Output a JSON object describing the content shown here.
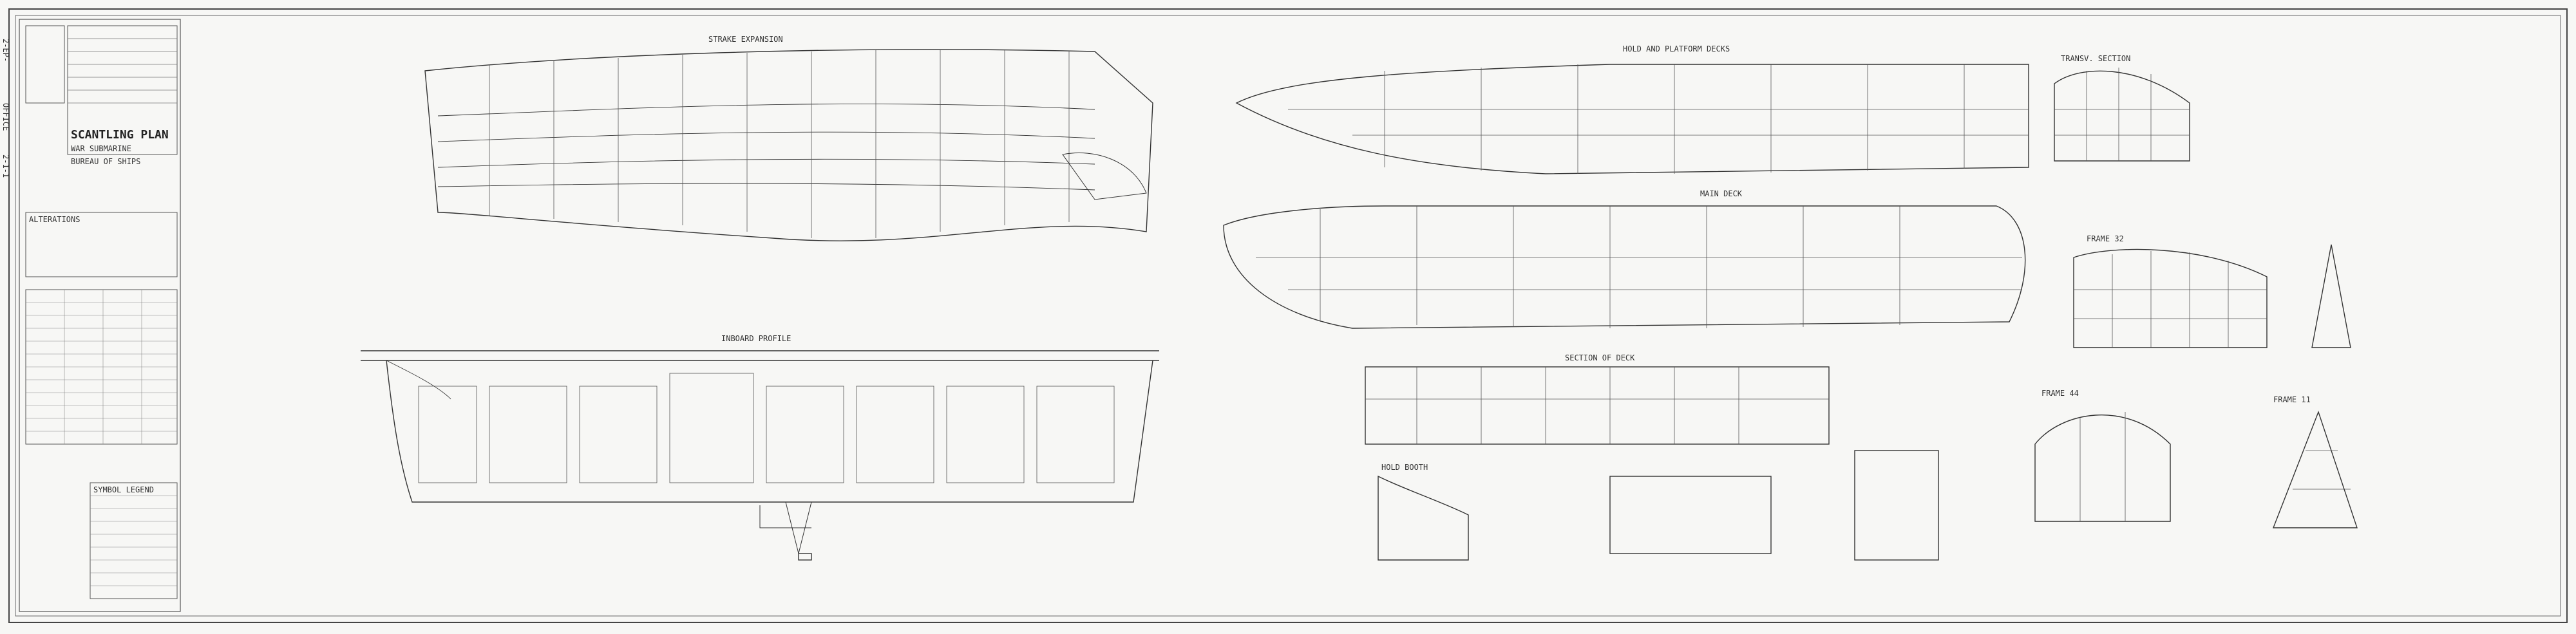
{
  "drawing": {
    "stamp_upper": "2-EP-",
    "stamp_main": "OFFICE",
    "stamp_number": "2-1-1",
    "title_block": {
      "line1": "SCANTLING PLAN",
      "line2": "WAR SUBMARINE",
      "line3": "BUREAU OF SHIPS"
    },
    "side_title": "ALTERATIONS"
  },
  "views": {
    "upper_left": "STRAKE EXPANSION",
    "lower_left": "INBOARD PROFILE",
    "upper_right": "HOLD AND PLATFORM DECKS",
    "mid_right": "MAIN DECK",
    "lower_right": "SECTION OF DECK",
    "bottom_small": "HOLD BOOTH"
  },
  "sections": {
    "s1": "TRANSV. SECTION",
    "s2": "FRAME 32",
    "s3": "FRAME 44",
    "s4": "FRAME 11"
  },
  "legend": {
    "title": "SYMBOL LEGEND"
  }
}
